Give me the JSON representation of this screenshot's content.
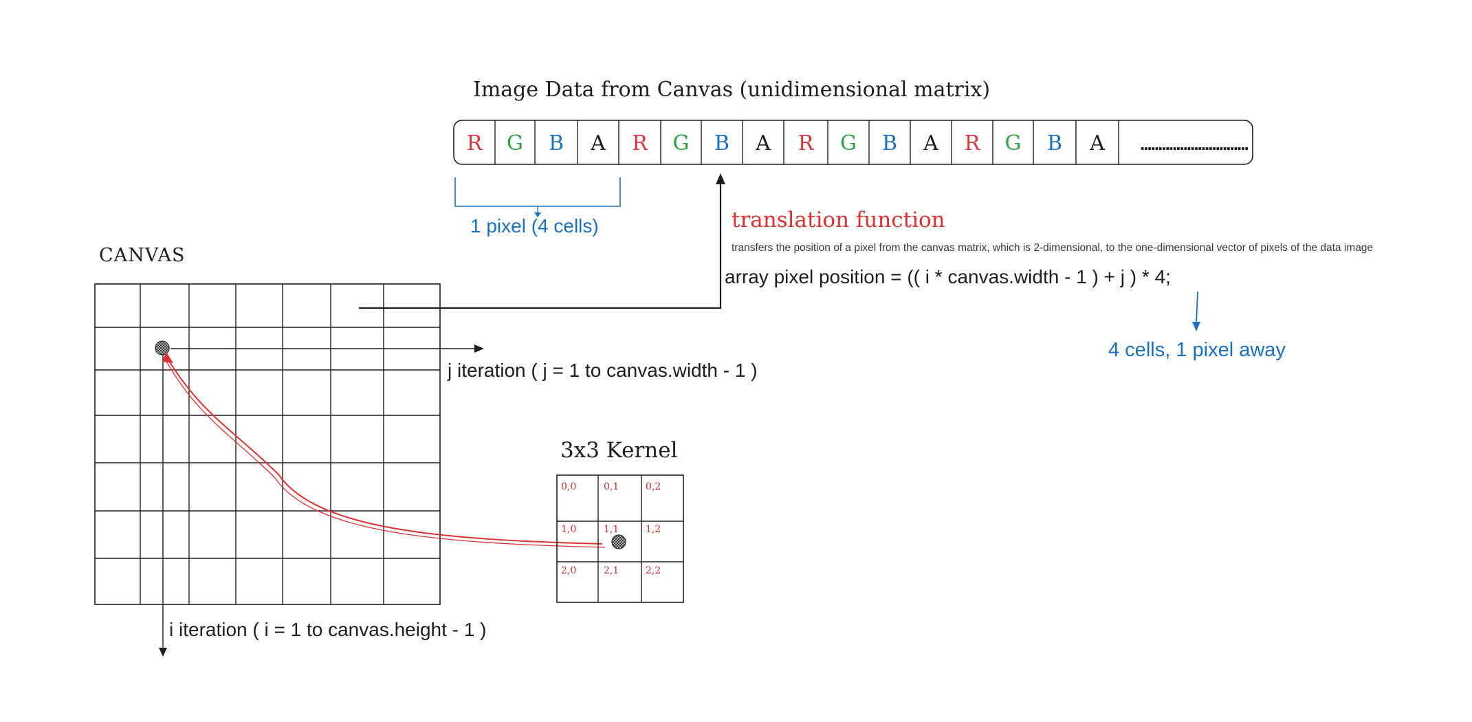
{
  "title": "Image Data from Canvas (unidimensional matrix)",
  "rgba_cells": [
    {
      "letter": "R",
      "color": "#d9363b"
    },
    {
      "letter": "G",
      "color": "#2f9e44"
    },
    {
      "letter": "B",
      "color": "#1971c2"
    },
    {
      "letter": "A",
      "color": "#1e1e1e"
    },
    {
      "letter": "R",
      "color": "#d9363b"
    },
    {
      "letter": "G",
      "color": "#2f9e44"
    },
    {
      "letter": "B",
      "color": "#1971c2"
    },
    {
      "letter": "A",
      "color": "#1e1e1e"
    },
    {
      "letter": "R",
      "color": "#d9363b"
    },
    {
      "letter": "G",
      "color": "#2f9e44"
    },
    {
      "letter": "B",
      "color": "#1971c2"
    },
    {
      "letter": "A",
      "color": "#1e1e1e"
    },
    {
      "letter": "R",
      "color": "#d9363b"
    },
    {
      "letter": "G",
      "color": "#2f9e44"
    },
    {
      "letter": "B",
      "color": "#1971c2"
    },
    {
      "letter": "A",
      "color": "#1e1e1e"
    }
  ],
  "ellipsis": "..............................",
  "pixel_label": "1 pixel (4 cells)",
  "translation_title": "translation function",
  "translation_desc": "transfers the position of a pixel from the canvas matrix, which is 2-dimensional, to the one-dimensional vector of pixels of the data image",
  "formula": "array pixel position = (( i * canvas.width - 1 ) + j ) * 4;",
  "four_cells_label": "4 cells, 1 pixel away",
  "canvas_label": "CANVAS",
  "j_iteration": "j iteration ( j = 1 to canvas.width - 1 )",
  "i_iteration": "i iteration ( i = 1 to canvas.height - 1 )",
  "kernel_title": "3x3 Kernel",
  "kernel_cells": [
    "0,0",
    "0,1",
    "0,2",
    "1,0",
    "1,1",
    "1,2",
    "2,0",
    "2,1",
    "2,2"
  ],
  "colors": {
    "ink": "#1e1e1e",
    "red": "#d9363b",
    "green": "#2f9e44",
    "blue": "#1971c2",
    "kernel_red": "#c92a2a",
    "arrow_red": "#e03131"
  }
}
